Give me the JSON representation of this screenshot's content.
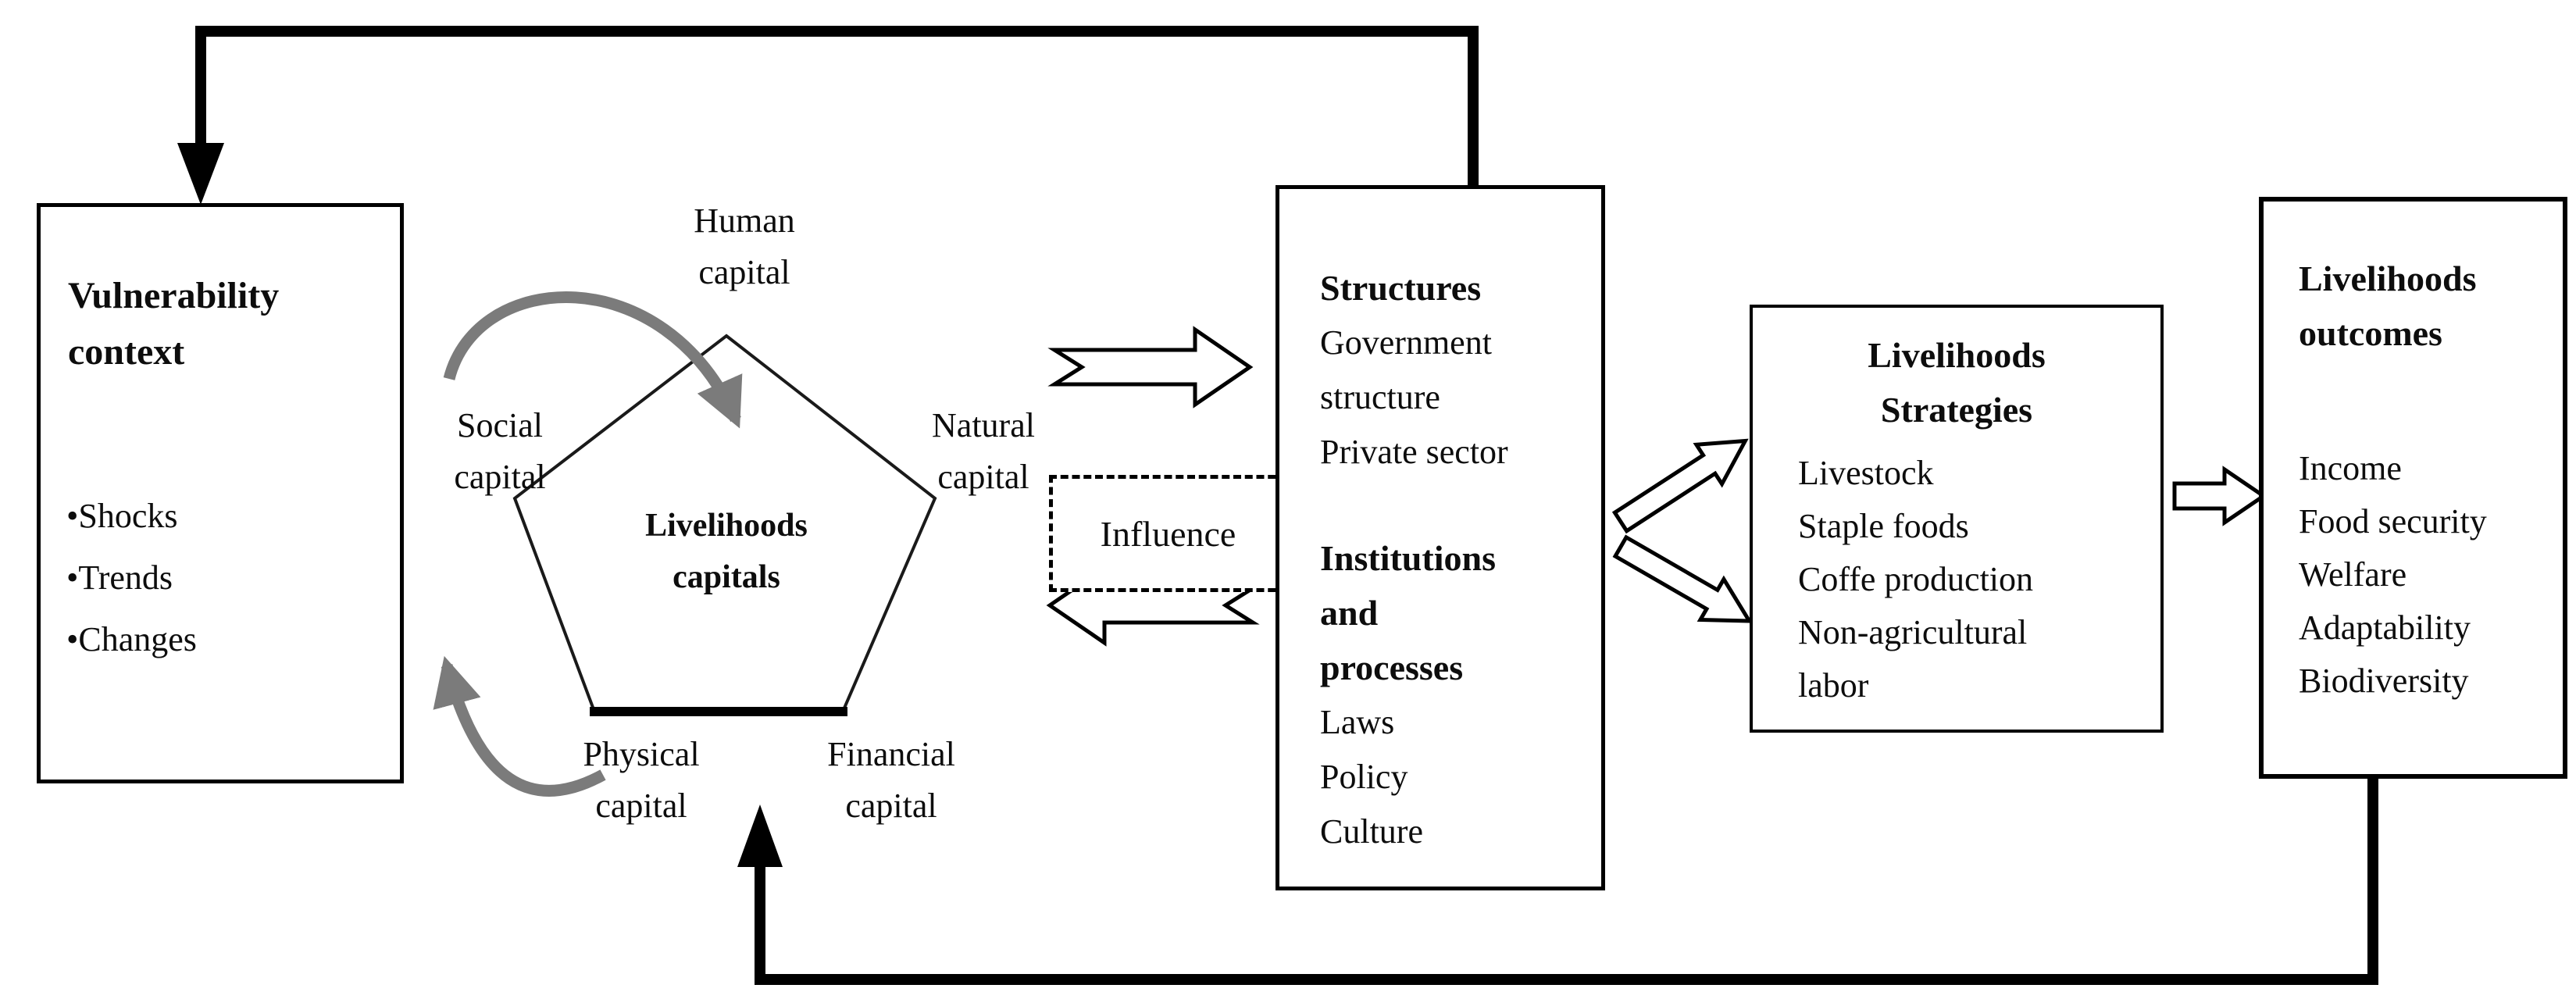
{
  "figure": {
    "type": "flow-diagram",
    "topic": "Sustainable livelihoods framework"
  },
  "colors": {
    "ink": "#000000",
    "gray_arrow": "#7b7b7b",
    "background": "#ffffff"
  },
  "vulnerability": {
    "title": "Vulnerability context",
    "items": [
      "•Shocks",
      "•Trends",
      "•Changes"
    ]
  },
  "pentagon": {
    "center_label": [
      "Livelihoods",
      "capitals"
    ],
    "capitals": {
      "human": [
        "Human",
        "capital"
      ],
      "social": [
        "Social",
        "capital"
      ],
      "natural": [
        "Natural",
        "capital"
      ],
      "physical": [
        "Physical",
        "capital"
      ],
      "financial": [
        "Financial",
        "capital"
      ]
    }
  },
  "influence": {
    "label": "Influence"
  },
  "structures": {
    "heading1": "Structures",
    "items1": [
      "Government",
      "structure",
      "Private sector"
    ],
    "heading2": [
      "Institutions",
      "and",
      "processes"
    ],
    "items2": [
      "Laws",
      "Policy",
      "Culture"
    ]
  },
  "strategies": {
    "title": [
      "Livelihoods",
      "Strategies"
    ],
    "items": [
      "Livestock",
      "Staple foods",
      "Coffe production",
      "Non-agricultural",
      "labor"
    ]
  },
  "outcomes": {
    "title": [
      "Livelihoods",
      "outcomes"
    ],
    "items": [
      "Income",
      "Food security",
      "Welfare",
      "Adaptability",
      "Biodiversity"
    ]
  }
}
